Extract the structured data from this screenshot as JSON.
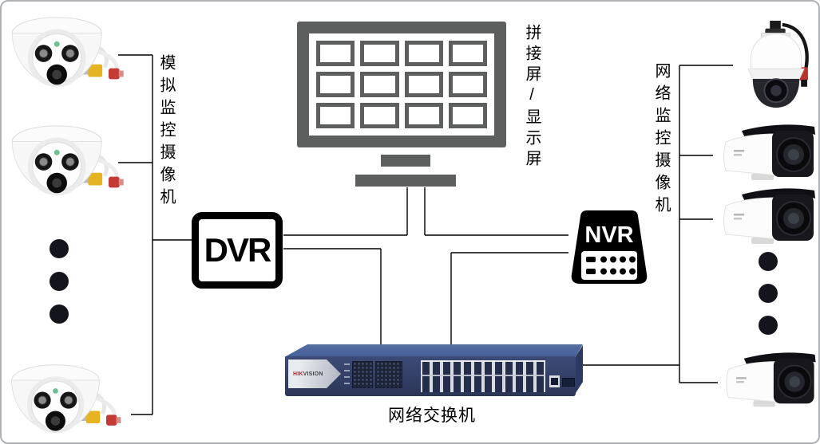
{
  "diagram": {
    "left_group_label": "模拟监控摄像机",
    "display_label": "拼接屏/显示屏",
    "right_group_label": "网络监控摄像机",
    "switch_label": "网络交换机",
    "dvr_label": "DVR",
    "nvr_label": "NVR",
    "switch_brand_hik": "HIK",
    "switch_brand_vision": "VISION"
  },
  "colors": {
    "monitor_gray": "#5d5e5e",
    "line_black": "#000000",
    "switch_top_blue": "#4d68a2",
    "switch_front_blue": "#33406a",
    "brand_red": "#c32127",
    "bnc_yellow": "#e6b422",
    "power_red": "#c43b35",
    "dot_black": "#14141c"
  }
}
